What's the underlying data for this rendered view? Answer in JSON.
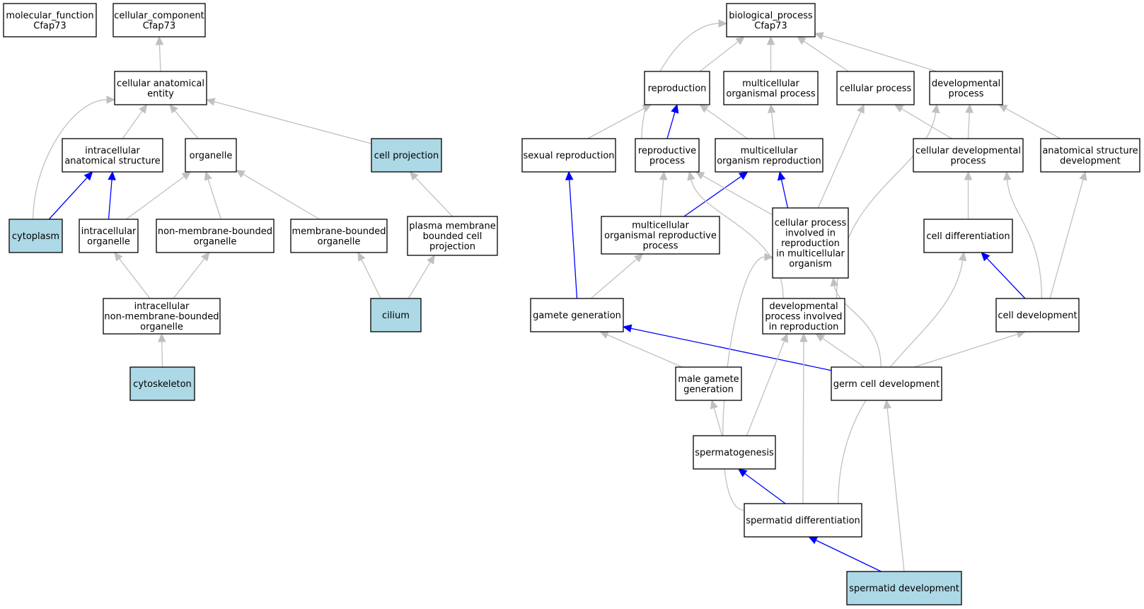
{
  "colors": {
    "highlight_fill": "#add8e6",
    "default_fill": "#ffffff",
    "is_a_edge": "#c0c0c0",
    "part_of_edge": "#0000ff"
  },
  "nodes": [
    {
      "id": "mf",
      "lines": [
        "molecular_function",
        "Cfap73"
      ],
      "highlight": false
    },
    {
      "id": "cc",
      "lines": [
        "cellular_component",
        "Cfap73"
      ],
      "highlight": false
    },
    {
      "id": "cae",
      "lines": [
        "cellular anatomical",
        "entity"
      ],
      "highlight": false
    },
    {
      "id": "ias",
      "lines": [
        "intracellular",
        "anatomical structure"
      ],
      "highlight": false
    },
    {
      "id": "org",
      "lines": [
        "organelle"
      ],
      "highlight": false
    },
    {
      "id": "cproj",
      "lines": [
        "cell projection"
      ],
      "highlight": true
    },
    {
      "id": "cyto",
      "lines": [
        "cytoplasm"
      ],
      "highlight": true
    },
    {
      "id": "iorg",
      "lines": [
        "intracellular",
        "organelle"
      ],
      "highlight": false
    },
    {
      "id": "nmbo",
      "lines": [
        "non-membrane-bounded",
        "organelle"
      ],
      "highlight": false
    },
    {
      "id": "mbo",
      "lines": [
        "membrane-bounded",
        "organelle"
      ],
      "highlight": false
    },
    {
      "id": "pmbcp",
      "lines": [
        "plasma membrane",
        "bounded cell",
        "projection"
      ],
      "highlight": false
    },
    {
      "id": "inmbo",
      "lines": [
        "intracellular",
        "non-membrane-bounded",
        "organelle"
      ],
      "highlight": false
    },
    {
      "id": "cilium",
      "lines": [
        "cilium"
      ],
      "highlight": true
    },
    {
      "id": "cytosk",
      "lines": [
        "cytoskeleton"
      ],
      "highlight": true
    },
    {
      "id": "bp",
      "lines": [
        "biological_process",
        "Cfap73"
      ],
      "highlight": false
    },
    {
      "id": "repro",
      "lines": [
        "reproduction"
      ],
      "highlight": false
    },
    {
      "id": "mop",
      "lines": [
        "multicellular",
        "organismal process"
      ],
      "highlight": false
    },
    {
      "id": "cp",
      "lines": [
        "cellular process"
      ],
      "highlight": false
    },
    {
      "id": "dp",
      "lines": [
        "developmental",
        "process"
      ],
      "highlight": false
    },
    {
      "id": "sexrep",
      "lines": [
        "sexual reproduction"
      ],
      "highlight": false
    },
    {
      "id": "rp",
      "lines": [
        "reproductive",
        "process"
      ],
      "highlight": false
    },
    {
      "id": "mor",
      "lines": [
        "multicellular",
        "organism reproduction"
      ],
      "highlight": false
    },
    {
      "id": "cdp",
      "lines": [
        "cellular developmental",
        "process"
      ],
      "highlight": false
    },
    {
      "id": "asd",
      "lines": [
        "anatomical structure",
        "development"
      ],
      "highlight": false
    },
    {
      "id": "morp",
      "lines": [
        "multicellular",
        "organismal reproductive",
        "process"
      ],
      "highlight": false
    },
    {
      "id": "cpirmo",
      "lines": [
        "cellular process",
        "involved in",
        "reproduction",
        "in multicellular",
        "organism"
      ],
      "highlight": false
    },
    {
      "id": "cdiff",
      "lines": [
        "cell differentiation"
      ],
      "highlight": false
    },
    {
      "id": "gg",
      "lines": [
        "gamete generation"
      ],
      "highlight": false
    },
    {
      "id": "dpir",
      "lines": [
        "developmental",
        "process involved",
        "in reproduction"
      ],
      "highlight": false
    },
    {
      "id": "cdev",
      "lines": [
        "cell development"
      ],
      "highlight": false
    },
    {
      "id": "mgg",
      "lines": [
        "male gamete",
        "generation"
      ],
      "highlight": false
    },
    {
      "id": "gcd",
      "lines": [
        "germ cell development"
      ],
      "highlight": false
    },
    {
      "id": "sperm",
      "lines": [
        "spermatogenesis"
      ],
      "highlight": false
    },
    {
      "id": "sdiff",
      "lines": [
        "spermatid differentiation"
      ],
      "highlight": false
    },
    {
      "id": "sdev",
      "lines": [
        "spermatid development"
      ],
      "highlight": true
    }
  ],
  "edges": [
    {
      "from": "cae",
      "to": "cc",
      "type": "is_a"
    },
    {
      "from": "ias",
      "to": "cae",
      "type": "is_a"
    },
    {
      "from": "org",
      "to": "cae",
      "type": "is_a"
    },
    {
      "from": "cproj",
      "to": "cae",
      "type": "is_a"
    },
    {
      "from": "cyto",
      "to": "cae",
      "type": "is_a"
    },
    {
      "from": "cyto",
      "to": "ias",
      "type": "part_of"
    },
    {
      "from": "iorg",
      "to": "ias",
      "type": "part_of"
    },
    {
      "from": "iorg",
      "to": "org",
      "type": "is_a"
    },
    {
      "from": "nmbo",
      "to": "org",
      "type": "is_a"
    },
    {
      "from": "mbo",
      "to": "org",
      "type": "is_a"
    },
    {
      "from": "pmbcp",
      "to": "cproj",
      "type": "is_a"
    },
    {
      "from": "inmbo",
      "to": "iorg",
      "type": "is_a"
    },
    {
      "from": "inmbo",
      "to": "nmbo",
      "type": "is_a"
    },
    {
      "from": "cilium",
      "to": "mbo",
      "type": "is_a"
    },
    {
      "from": "cilium",
      "to": "pmbcp",
      "type": "is_a"
    },
    {
      "from": "cytosk",
      "to": "inmbo",
      "type": "is_a"
    },
    {
      "from": "repro",
      "to": "bp",
      "type": "is_a"
    },
    {
      "from": "mop",
      "to": "bp",
      "type": "is_a"
    },
    {
      "from": "cp",
      "to": "bp",
      "type": "is_a"
    },
    {
      "from": "dp",
      "to": "bp",
      "type": "is_a"
    },
    {
      "from": "rp",
      "to": "bp",
      "type": "is_a"
    },
    {
      "from": "sexrep",
      "to": "repro",
      "type": "is_a"
    },
    {
      "from": "rp",
      "to": "repro",
      "type": "part_of"
    },
    {
      "from": "mor",
      "to": "repro",
      "type": "is_a"
    },
    {
      "from": "mor",
      "to": "mop",
      "type": "is_a"
    },
    {
      "from": "cdp",
      "to": "cp",
      "type": "is_a"
    },
    {
      "from": "cdp",
      "to": "dp",
      "type": "is_a"
    },
    {
      "from": "asd",
      "to": "dp",
      "type": "is_a"
    },
    {
      "from": "morp",
      "to": "rp",
      "type": "is_a"
    },
    {
      "from": "morp",
      "to": "mor",
      "type": "part_of"
    },
    {
      "from": "cpirmo",
      "to": "rp",
      "type": "is_a"
    },
    {
      "from": "cpirmo",
      "to": "mor",
      "type": "part_of"
    },
    {
      "from": "cpirmo",
      "to": "cp",
      "type": "is_a"
    },
    {
      "from": "cdiff",
      "to": "cdp",
      "type": "is_a"
    },
    {
      "from": "gg",
      "to": "sexrep",
      "type": "part_of"
    },
    {
      "from": "gg",
      "to": "morp",
      "type": "is_a"
    },
    {
      "from": "dpir",
      "to": "rp",
      "type": "is_a"
    },
    {
      "from": "dpir",
      "to": "dp",
      "type": "is_a"
    },
    {
      "from": "cdev",
      "to": "cdiff",
      "type": "part_of"
    },
    {
      "from": "cdev",
      "to": "cdp",
      "type": "is_a"
    },
    {
      "from": "cdev",
      "to": "asd",
      "type": "is_a"
    },
    {
      "from": "mgg",
      "to": "gg",
      "type": "is_a"
    },
    {
      "from": "gcd",
      "to": "gg",
      "type": "part_of"
    },
    {
      "from": "gcd",
      "to": "dpir",
      "type": "is_a"
    },
    {
      "from": "gcd",
      "to": "cpirmo",
      "type": "is_a"
    },
    {
      "from": "gcd",
      "to": "cdev",
      "type": "is_a"
    },
    {
      "from": "sperm",
      "to": "mgg",
      "type": "is_a"
    },
    {
      "from": "sperm",
      "to": "dpir",
      "type": "is_a"
    },
    {
      "from": "sdiff",
      "to": "sperm",
      "type": "part_of"
    },
    {
      "from": "sdiff",
      "to": "dpir",
      "type": "is_a"
    },
    {
      "from": "sdiff",
      "to": "cpirmo",
      "type": "is_a"
    },
    {
      "from": "sdiff",
      "to": "cdiff",
      "type": "is_a"
    },
    {
      "from": "sdev",
      "to": "sdiff",
      "type": "part_of"
    },
    {
      "from": "sdev",
      "to": "gcd",
      "type": "is_a"
    }
  ]
}
